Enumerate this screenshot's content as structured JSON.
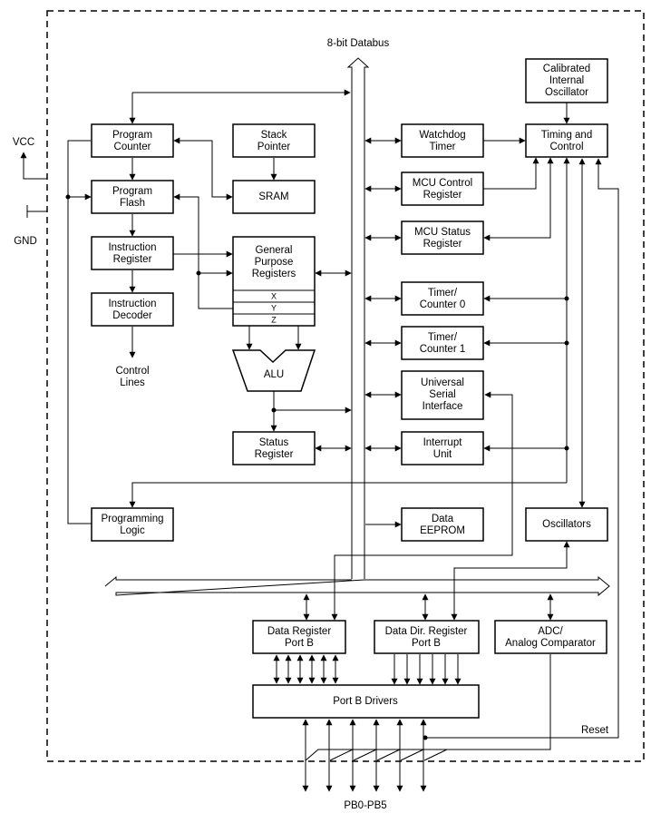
{
  "title": "8-bit Databus",
  "blocks": {
    "calibrated_oscillator": [
      "Calibrated",
      "Internal",
      "Oscillator"
    ],
    "program_counter": [
      "Program",
      "Counter"
    ],
    "stack_pointer": [
      "Stack",
      "Pointer"
    ],
    "watchdog_timer": [
      "Watchdog",
      "Timer"
    ],
    "timing_control": [
      "Timing and",
      "Control"
    ],
    "program_flash": [
      "Program",
      "Flash"
    ],
    "sram": [
      "SRAM"
    ],
    "mcu_control": [
      "MCU Control",
      "Register"
    ],
    "mcu_status": [
      "MCU Status",
      "Register"
    ],
    "instruction_register": [
      "Instruction",
      "Register"
    ],
    "gpr": [
      "General",
      "Purpose",
      "Registers"
    ],
    "gpr_x": "X",
    "gpr_y": "Y",
    "gpr_z": "Z",
    "instruction_decoder": [
      "Instruction",
      "Decoder"
    ],
    "timer0": [
      "Timer/",
      "Counter 0"
    ],
    "timer1": [
      "Timer/",
      "Counter 1"
    ],
    "alu": "ALU",
    "usi": [
      "Universal",
      "Serial",
      "Interface"
    ],
    "status_register": [
      "Status",
      "Register"
    ],
    "interrupt_unit": [
      "Interrupt",
      "Unit"
    ],
    "programming_logic": [
      "Programming",
      "Logic"
    ],
    "eeprom": [
      "Data",
      "EEPROM"
    ],
    "oscillators": [
      "Oscillators"
    ],
    "data_register": [
      "Data Register",
      "Port B"
    ],
    "data_dir_register": [
      "Data Dir. Register",
      "Port B"
    ],
    "adc": [
      "ADC/",
      "Analog Comparator"
    ],
    "port_b_drivers": [
      "Port B Drivers"
    ]
  },
  "labels": {
    "control_lines": [
      "Control",
      "Lines"
    ],
    "vcc": "VCC",
    "gnd": "GND",
    "reset": "Reset",
    "pins": "PB0-PB5"
  }
}
